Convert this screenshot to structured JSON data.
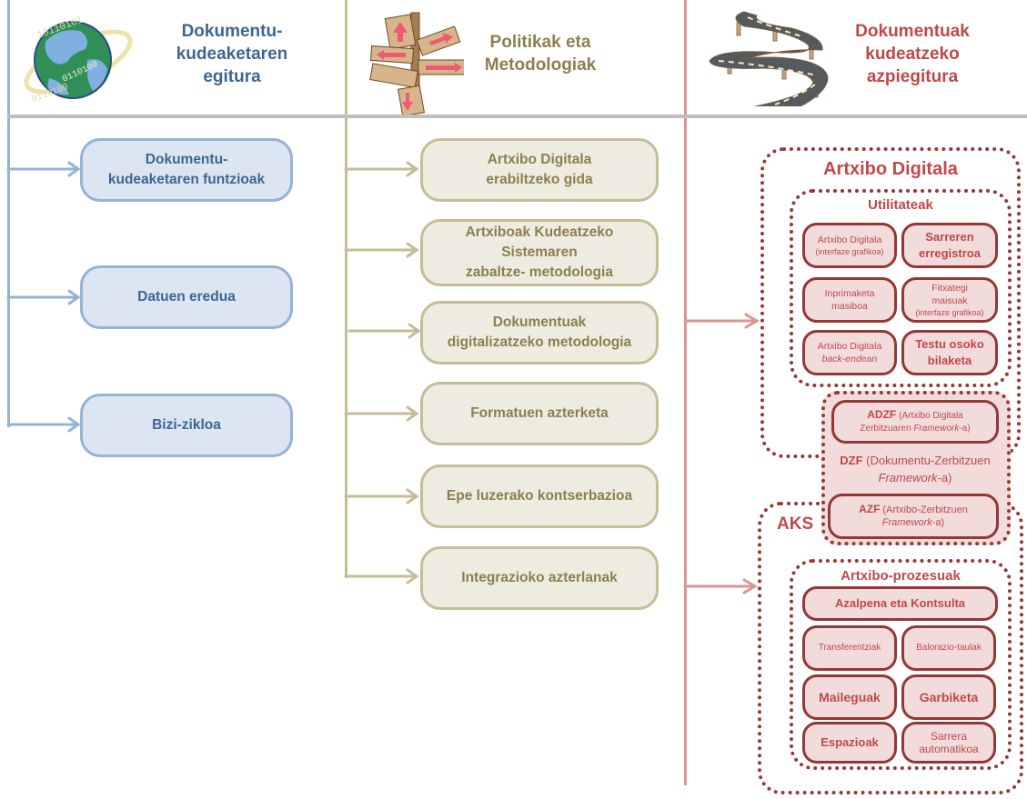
{
  "colors": {
    "blue_accent": "#95b3d7",
    "blue_text": "#3f6593",
    "olive_accent": "#c4bd97",
    "olive_text": "#8c7f4f",
    "red_accent": "#d99694",
    "red_border": "#953735",
    "red_text": "#c0484b"
  },
  "columns": [
    {
      "icon": "globe-binary-icon",
      "title_lines": [
        "Dokumentu-",
        "kudeaketaren",
        "egitura"
      ],
      "items": [
        {
          "lines": [
            "Dokumentu-",
            "kudeaketaren funtzioak"
          ]
        },
        {
          "lines": [
            "Datuen eredua"
          ]
        },
        {
          "lines": [
            "Bizi-zikloa"
          ]
        }
      ]
    },
    {
      "icon": "signpost-icon",
      "title_lines": [
        "Politikak eta",
        "Metodologiak"
      ],
      "items": [
        {
          "lines": [
            "Artxibo Digitala",
            "erabiltzeko gida"
          ]
        },
        {
          "lines": [
            "Artxiboak Kudeatzeko",
            "Sistemaren",
            "zabaltze- metodologia"
          ]
        },
        {
          "lines": [
            "Dokumentuak",
            "digitalizatzeko metodologia"
          ]
        },
        {
          "lines": [
            "Formatuen azterketa"
          ]
        },
        {
          "lines": [
            "Epe luzerako kontserbazioa"
          ]
        },
        {
          "lines": [
            "Integrazioko azterlanak"
          ]
        }
      ]
    },
    {
      "icon": "winding-road-icon",
      "title_lines": [
        "Dokumentuak",
        "kudeatzeko",
        "azpiegitura"
      ]
    }
  ],
  "infrastructure": {
    "artxibo_digitala": {
      "title": "Artxibo Digitala",
      "utilitateak": {
        "title": "Utilitateak",
        "items": [
          {
            "main": "Artxibo Digitala",
            "sub": "(interfaze grafikoa)"
          },
          {
            "main": "Sarreren",
            "main2": "erregistroa"
          },
          {
            "main": "Inprimaketa",
            "main2": "masiboa"
          },
          {
            "main": "Fitxategi",
            "main2": "maisuak",
            "sub": "(interfaze grafikoa)"
          },
          {
            "main": "Artxibo Digitala",
            "italic": "back-end",
            "suffix": "ean"
          },
          {
            "main": "Testu osoko",
            "main2": "bilaketa"
          }
        ]
      }
    },
    "dzf": {
      "adzf": {
        "abbr": "ADZF",
        "text": "(Artxibo Digitala",
        "text2": "Zerbitzuaren ",
        "italic": "Framework",
        "suffix": "-a)"
      },
      "dzf_label": {
        "abbr": "DZF",
        "text": "(Dokumentu-Zerbitzuen",
        "italic": "Framework",
        "suffix": "-a)"
      },
      "azf": {
        "abbr": "AZF",
        "text": "(Artxibo-Zerbitzuen",
        "italic": "Framework",
        "suffix": "-a)"
      }
    },
    "aks": {
      "title": "AKS",
      "prozesuak": {
        "title": "Artxibo-prozesuak",
        "items": [
          {
            "label": "Azalpena eta Kontsulta"
          },
          {
            "label": "Transferentziak"
          },
          {
            "label": "Balorazio-taulak"
          },
          {
            "label": "Maileguak"
          },
          {
            "label": "Garbiketa"
          },
          {
            "label": "Espazioak"
          },
          {
            "label": "Sarrera",
            "label2": "automatikoa"
          }
        ]
      }
    }
  }
}
